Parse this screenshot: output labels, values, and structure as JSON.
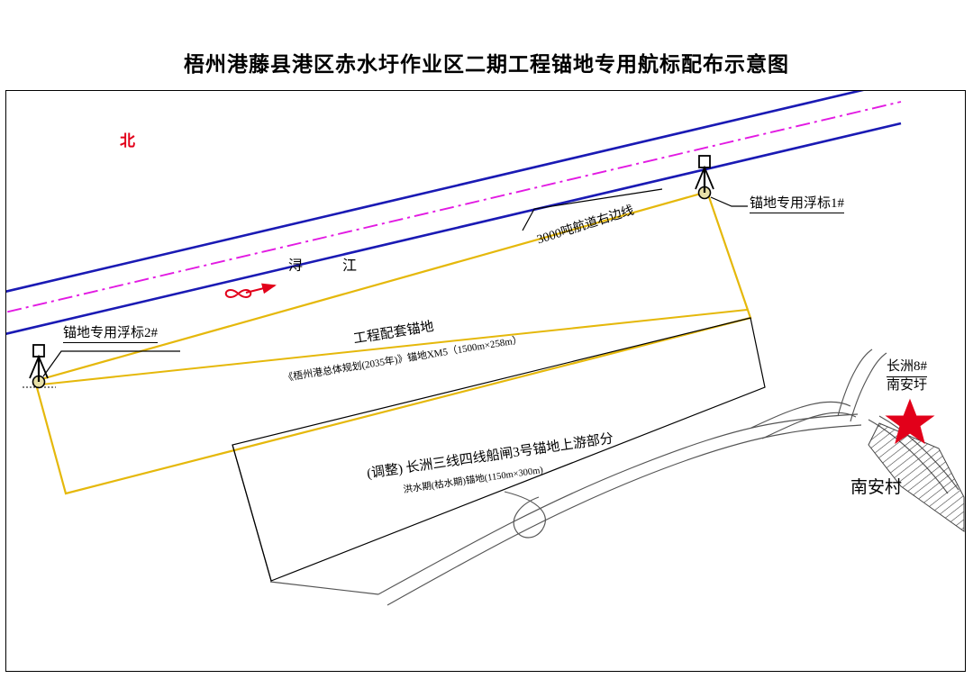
{
  "document": {
    "title": "梧州港藤县港区赤水圩作业区二期工程锚地专用航标配布示意图",
    "type": "navigation-aid-layout-diagram"
  },
  "compass": {
    "label": "北",
    "color": "#e2001a",
    "icon": "north-arrow-icon"
  },
  "river": {
    "name": "浔　江",
    "flow_arrow_color": "#e2001a"
  },
  "channel": {
    "right_edge_label": "3000吨航道右边线",
    "edge_line_color": "#1a1ab4",
    "center_line_color": "#e21ae2"
  },
  "buoys": [
    {
      "id": "1",
      "label": "锚地专用浮标1#",
      "icon": "buoy-marker-icon"
    },
    {
      "id": "2",
      "label": "锚地专用浮标2#",
      "icon": "buoy-marker-icon"
    }
  ],
  "anchorage_primary": {
    "title": "工程配套锚地",
    "subtitle": "《梧州港总体规划(2035年)》锚地XM5（1500m×258m）",
    "outline_color": "#e5b80b"
  },
  "anchorage_secondary": {
    "title": "(调整) 长洲三线四线船闸3号锚地上游部分",
    "subtitle": "洪水期(枯水期)锚地(1150m×300m)",
    "outline_color": "#000000"
  },
  "landmarks": [
    {
      "name": "star-marker",
      "label": "长洲8#\n南安圩",
      "line1": "长洲8#",
      "line2": "南安圩",
      "color": "#e2001a"
    },
    {
      "name": "village",
      "label": "南安村"
    }
  ]
}
